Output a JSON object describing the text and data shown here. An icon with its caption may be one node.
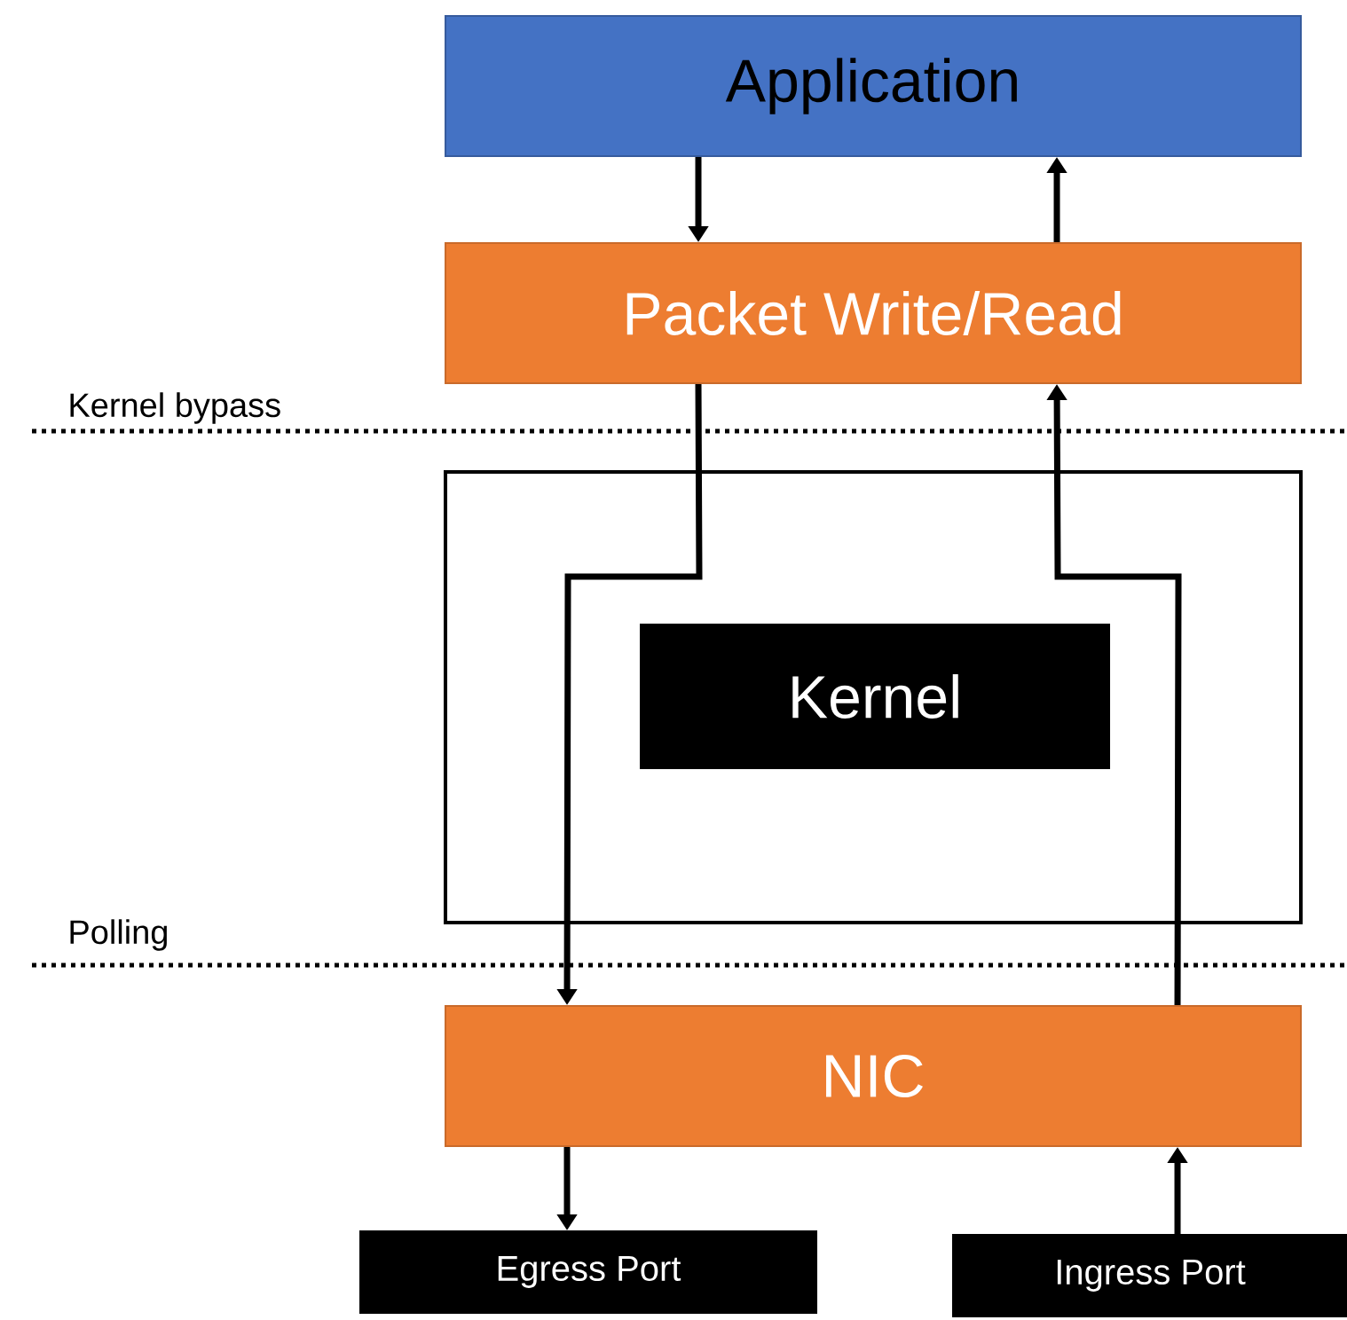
{
  "diagram": {
    "nodes": [
      {
        "text": [
          "Application"
        ]
      },
      {
        "text": [
          "Packet Write/Read"
        ]
      },
      {
        "text": [],
        "shape": "box"
      },
      {
        "text": [
          "Kernel"
        ],
        "in": 2
      },
      {
        "text": [
          "NIC"
        ]
      },
      {
        "text": [
          "Egress Port"
        ]
      },
      {
        "text": [
          "Ingress Port"
        ]
      }
    ],
    "edges": [
      {
        "from": 0,
        "to": 1,
        "arrow": "to"
      },
      {
        "from": 1,
        "to": 0,
        "arrow": "to"
      },
      {
        "from": 1,
        "to": 4,
        "arrow": "to"
      },
      {
        "from": 4,
        "to": 1,
        "arrow": "to"
      },
      {
        "from": 4,
        "to": 5,
        "arrow": "to"
      },
      {
        "from": 6,
        "to": 4,
        "arrow": "to"
      }
    ],
    "labels": [
      "Kernel bypass",
      "Polling"
    ]
  }
}
